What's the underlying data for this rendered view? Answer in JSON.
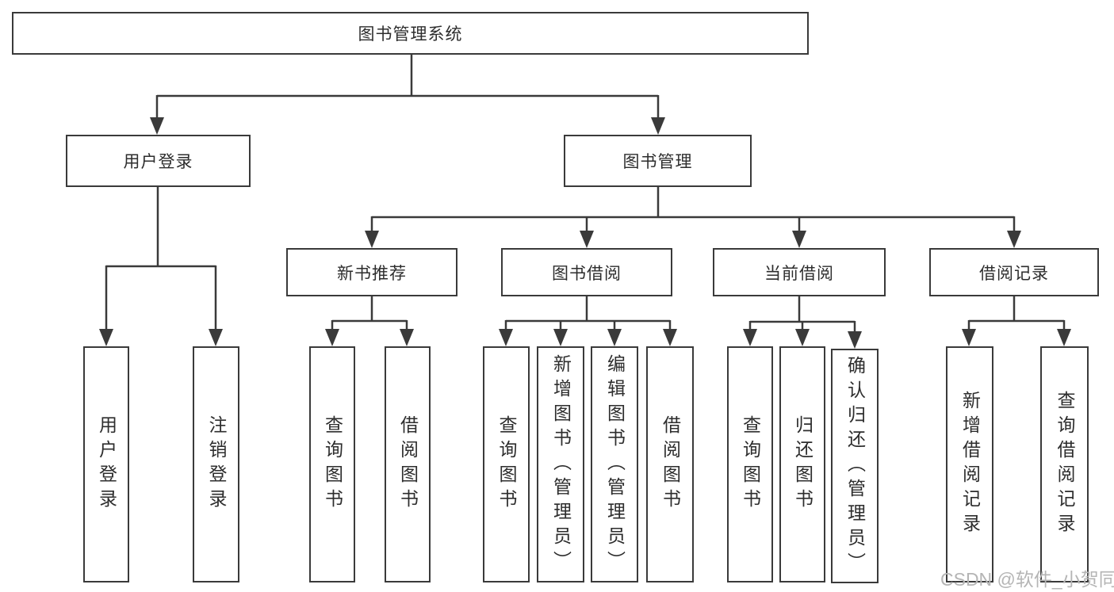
{
  "tree": {
    "root": {
      "label": "图书管理系统"
    },
    "user_login": {
      "label": "用户登录",
      "children": [
        "用户登录",
        "注销登录"
      ]
    },
    "book_management": {
      "label": "图书管理",
      "groups": [
        {
          "label": "新书推荐",
          "children": [
            "查询图书",
            "借阅图书"
          ]
        },
        {
          "label": "图书借阅",
          "children": [
            "查询图书",
            "新增图书（管理员）",
            "编辑图书（管理员）",
            "借阅图书"
          ]
        },
        {
          "label": "当前借阅",
          "children": [
            "查询图书",
            "归还图书",
            "确认归还（管理员）"
          ]
        },
        {
          "label": "借阅记录",
          "children": [
            "新增借阅记录",
            "查询借阅记录"
          ]
        }
      ]
    }
  },
  "watermark": "CSDN @软件_小贺同学",
  "colors": {
    "line": "#3a3a3a",
    "box_border": "#3a3a3a",
    "text": "#2d2d2d",
    "watermark": "#b5b5b5",
    "background": "#ffffff"
  }
}
